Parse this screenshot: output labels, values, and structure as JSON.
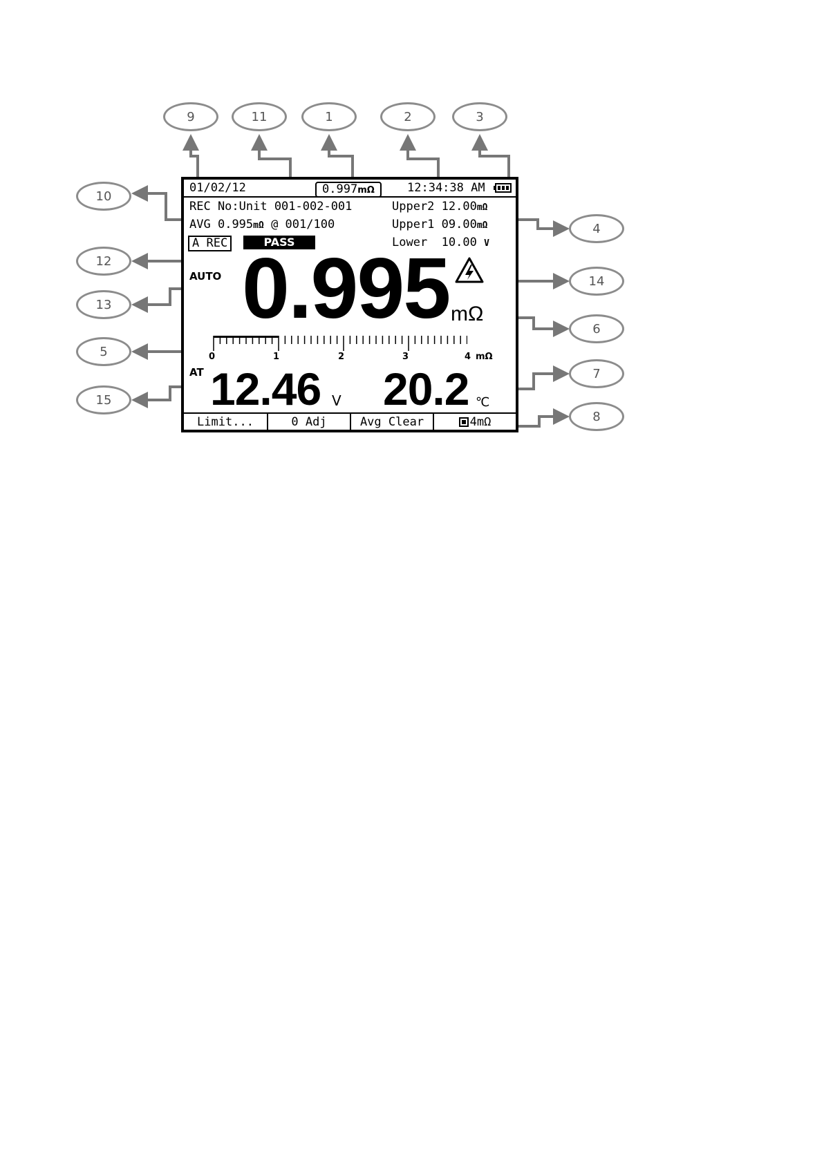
{
  "screen": {
    "date": "01/02/12",
    "recent_reading": {
      "value": "0.997",
      "unit": "mΩ"
    },
    "time": "12:34:38 AM",
    "rec_no": "REC No:Unit 001-002-001",
    "avg": {
      "label": "AVG",
      "value": "0.995",
      "unit": "mΩ",
      "count": "@ 001/100"
    },
    "limits": [
      {
        "label": "Upper2",
        "value": "12.00",
        "unit": "mΩ"
      },
      {
        "label": "Upper1",
        "value": "09.00",
        "unit": "mΩ"
      },
      {
        "label": "Lower",
        "value": "10.00",
        "unit": "V"
      }
    ],
    "auto_rec": "A REC",
    "judgement": "PASS",
    "range_mode": "AUTO",
    "main_reading": {
      "value": "0.995",
      "unit": "mΩ"
    },
    "bar_graph": {
      "ticks": [
        "0",
        "1",
        "2",
        "3",
        "4"
      ],
      "unit": "mΩ",
      "fill_fraction": 0.249,
      "max": 4
    },
    "voltage": {
      "prefix": "AT",
      "value": "12.46",
      "unit": "V"
    },
    "temperature": {
      "value": "20.2",
      "unit": "℃"
    },
    "softkeys": [
      "Limit...",
      "0 Adj",
      "Avg Clear",
      "4mΩ"
    ]
  },
  "callouts": [
    "9",
    "11",
    "1",
    "2",
    "3",
    "10",
    "4",
    "12",
    "13",
    "14",
    "5",
    "6",
    "7",
    "15",
    "8"
  ],
  "colors": {
    "callout_border": "#8c8c8c",
    "arrow": "#777777",
    "lcd_ink": "#000000"
  }
}
